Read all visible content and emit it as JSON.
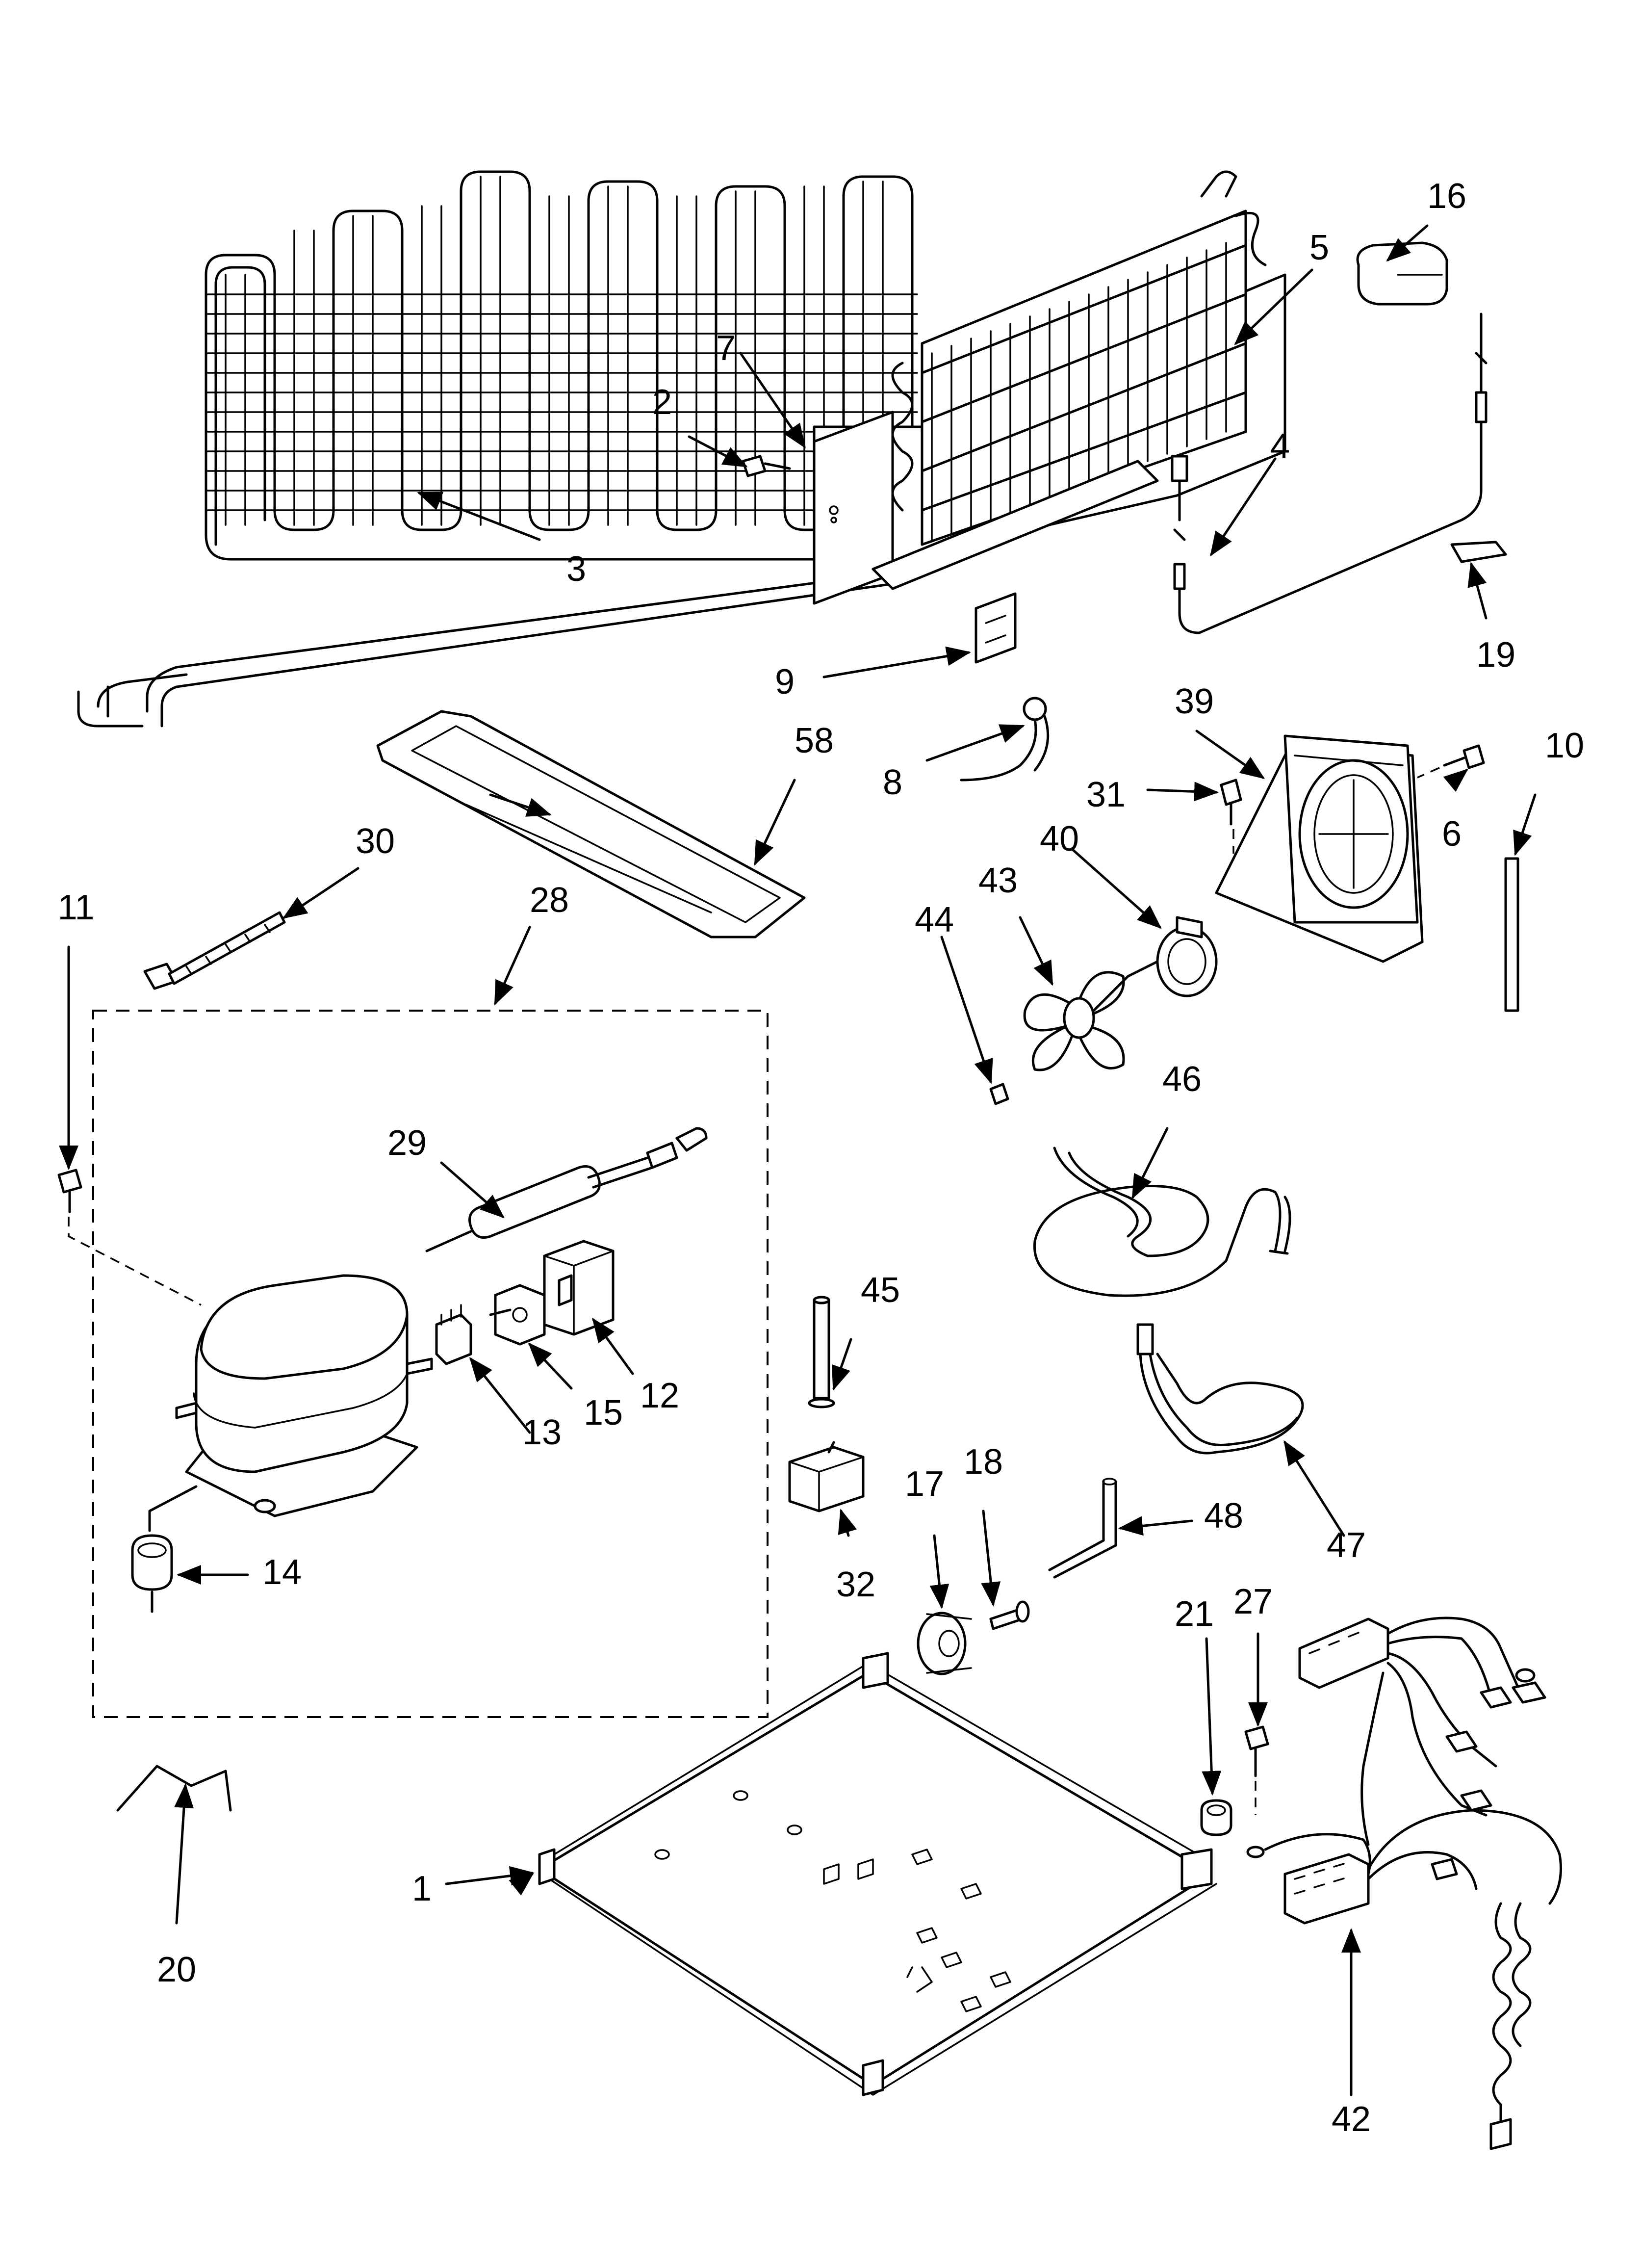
{
  "callouts": [
    {
      "id": "1",
      "label": "1"
    },
    {
      "id": "2",
      "label": "2"
    },
    {
      "id": "3",
      "label": "3"
    },
    {
      "id": "4",
      "label": "4"
    },
    {
      "id": "5",
      "label": "5"
    },
    {
      "id": "6",
      "label": "6"
    },
    {
      "id": "7",
      "label": "7"
    },
    {
      "id": "8",
      "label": "8"
    },
    {
      "id": "9",
      "label": "9"
    },
    {
      "id": "10",
      "label": "10"
    },
    {
      "id": "11",
      "label": "11"
    },
    {
      "id": "12",
      "label": "12"
    },
    {
      "id": "13",
      "label": "13"
    },
    {
      "id": "14",
      "label": "14"
    },
    {
      "id": "15",
      "label": "15"
    },
    {
      "id": "16",
      "label": "16"
    },
    {
      "id": "17",
      "label": "17"
    },
    {
      "id": "18",
      "label": "18"
    },
    {
      "id": "19",
      "label": "19"
    },
    {
      "id": "20",
      "label": "20"
    },
    {
      "id": "21",
      "label": "21"
    },
    {
      "id": "27",
      "label": "27"
    },
    {
      "id": "28",
      "label": "28"
    },
    {
      "id": "29",
      "label": "29"
    },
    {
      "id": "30",
      "label": "30"
    },
    {
      "id": "31",
      "label": "31"
    },
    {
      "id": "32",
      "label": "32"
    },
    {
      "id": "39",
      "label": "39"
    },
    {
      "id": "40",
      "label": "40"
    },
    {
      "id": "42",
      "label": "42"
    },
    {
      "id": "43",
      "label": "43"
    },
    {
      "id": "44",
      "label": "44"
    },
    {
      "id": "45",
      "label": "45"
    },
    {
      "id": "46",
      "label": "46"
    },
    {
      "id": "47",
      "label": "47"
    },
    {
      "id": "48",
      "label": "48"
    },
    {
      "id": "58",
      "label": "58"
    }
  ]
}
